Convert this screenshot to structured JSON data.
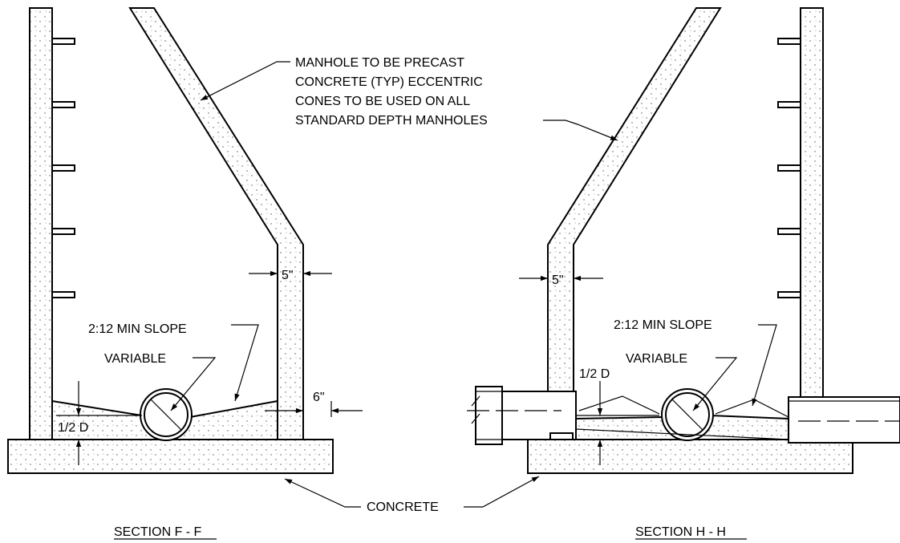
{
  "notes": {
    "manhole": [
      "MANHOLE TO BE PRECAST",
      "CONCRETE (TYP) ECCENTRIC",
      "CONES TO BE USED ON ALL",
      "STANDARD DEPTH MANHOLES"
    ],
    "concrete": "CONCRETE"
  },
  "section_f": {
    "title": "SECTION F - F",
    "slope": "2:12 MIN SLOPE",
    "variable": "VARIABLE",
    "wall_thickness": "5\"",
    "base_offset": "6\"",
    "half_d": "1/2 D"
  },
  "section_h": {
    "title": "SECTION H - H",
    "slope": "2:12 MIN SLOPE",
    "variable": "VARIABLE",
    "wall_thickness": "5\"",
    "half_d": "1/2 D"
  }
}
